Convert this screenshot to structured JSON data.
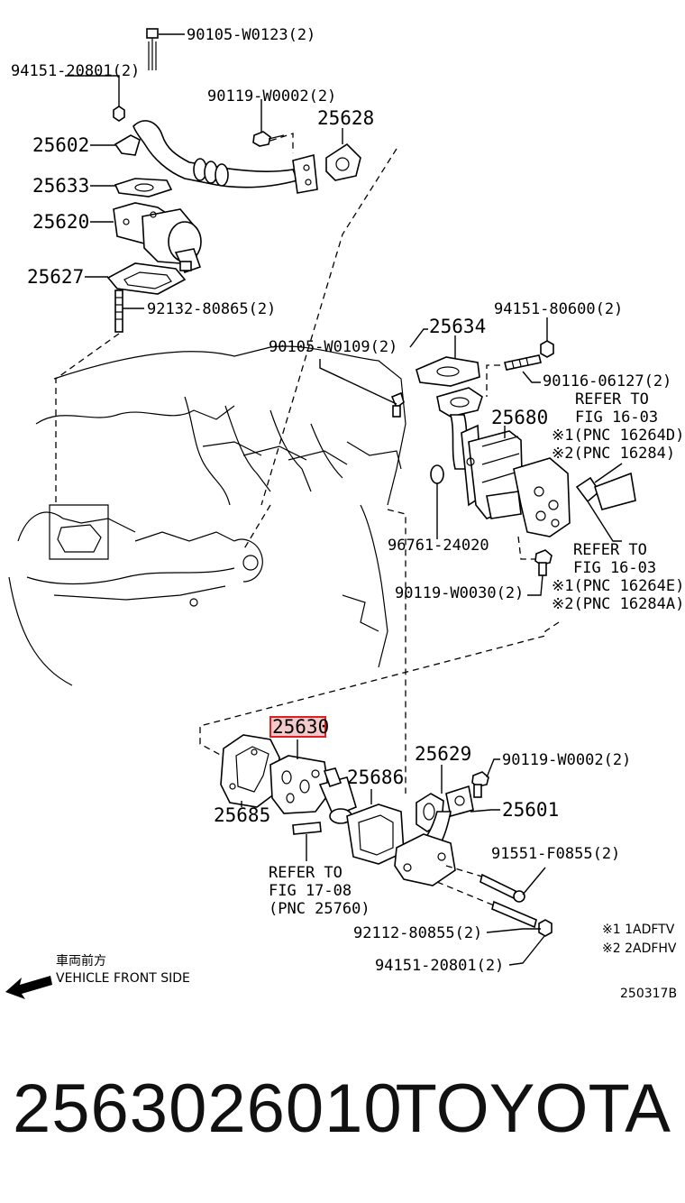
{
  "labels": {
    "l_90105_w0123": "90105-W0123(2)",
    "l_94151_20801_top": "94151-20801(2)",
    "l_90119_w0002_top": "90119-W0002(2)",
    "l_25628": "25628",
    "l_25602": "25602",
    "l_25633": "25633",
    "l_25620": "25620",
    "l_25627": "25627",
    "l_92132_80865": "92132-80865(2)",
    "l_94151_80600": "94151-80600(2)",
    "l_25634": "25634",
    "l_90105_w0109": "90105-W0109(2)",
    "l_90116_06127": "90116-06127(2)",
    "l_refer_to_1": "REFER TO",
    "l_fig_16_03_1": "FIG 16-03",
    "l_pnc_16264d": "※1(PNC 16264D)",
    "l_pnc_16284": "※2(PNC 16284)",
    "l_25680": "25680",
    "l_96761_24020": "96761-24020",
    "l_refer_to_2": "REFER TO",
    "l_fig_16_03_2": "FIG 16-03",
    "l_pnc_16264e": "※1(PNC 16264E)",
    "l_pnc_16284a": "※2(PNC 16284A)",
    "l_90119_w0030": "90119-W0030(2)",
    "l_25630": "25630",
    "l_25629": "25629",
    "l_90119_w0002_bot": "90119-W0002(2)",
    "l_25686": "25686",
    "l_25685": "25685",
    "l_25601": "25601",
    "l_refer_to_3": "REFER TO",
    "l_fig_17_08": "FIG 17-08",
    "l_pnc_25760": "(PNC 25760)",
    "l_91551_f0855": "91551-F0855(2)",
    "l_92112_80855": "92112-80855(2)",
    "l_94151_20801_bot": "94151-20801(2)",
    "l_note1": "※1  1ADFTV",
    "l_note2": "※2  2ADFHV",
    "l_front_jp": "車両前方",
    "l_front_en": "VEHICLE FRONT SIDE",
    "l_fig_code": "250317B"
  },
  "footer": {
    "part_number": "2563026010",
    "brand": "TOYOTA"
  },
  "colors": {
    "highlight_box": "#e02020",
    "highlight_fill": "#f3c9c9"
  }
}
